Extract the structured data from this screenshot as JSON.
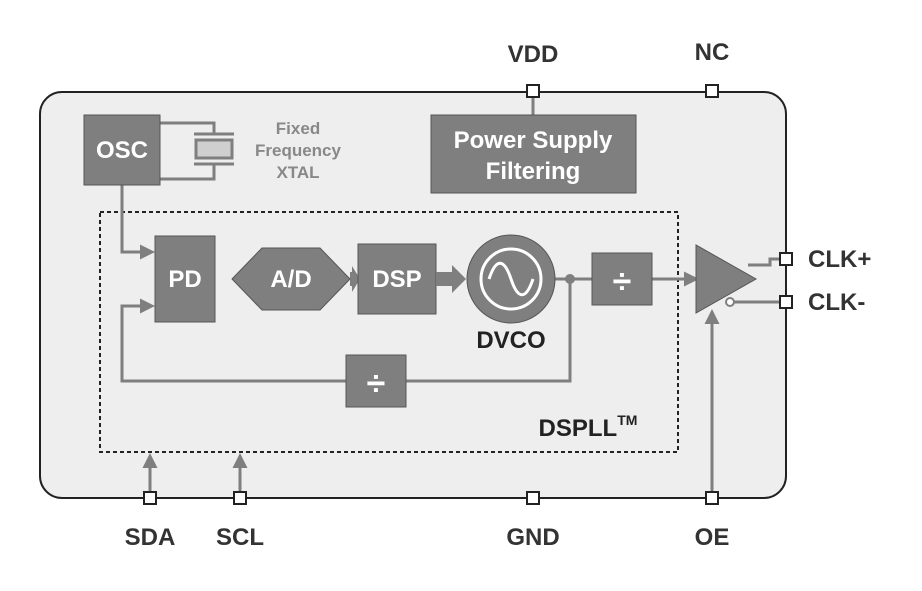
{
  "pins": {
    "vdd": "VDD",
    "nc": "NC",
    "clk_p": "CLK+",
    "clk_n": "CLK-",
    "sda": "SDA",
    "scl": "SCL",
    "gnd": "GND",
    "oe": "OE"
  },
  "blocks": {
    "osc": "OSC",
    "xtal_line1": "Fixed",
    "xtal_line2": "Frequency",
    "xtal_line3": "XTAL",
    "psf_line1": "Power Supply",
    "psf_line2": "Filtering",
    "pd": "PD",
    "ad": "A/D",
    "dsp": "DSP",
    "dvco": "DVCO",
    "div_out": "÷",
    "div_fb": "÷",
    "dspll": "DSPLL",
    "dspll_tm": "TM"
  },
  "colors": {
    "chip_fill": "#eeeeee",
    "block_fill": "#7f7f7f",
    "wire": "#7f7f7f",
    "text_dark": "#333333",
    "xtal_text": "#888888"
  }
}
